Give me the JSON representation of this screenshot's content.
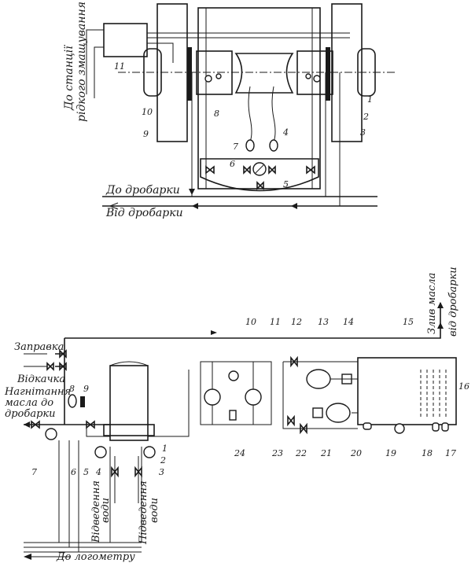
{
  "top_diagram": {
    "station_label_line1": "До станції",
    "station_label_line2": "рідкого змащування",
    "to_crusher": "До дробарки",
    "from_crusher": "Від дробарки",
    "numbers": [
      "1",
      "2",
      "3",
      "4",
      "5",
      "6",
      "7",
      "8",
      "9",
      "10",
      "11"
    ]
  },
  "bottom_diagram": {
    "refuel": "Заправка",
    "pump_out": "Відкачка",
    "pressure_line1": "Нагнітання",
    "pressure_line2": "масла до",
    "pressure_line3": "дробарки",
    "water_drain_line1": "Відведення",
    "water_drain_line2": "води",
    "water_supply_line1": "Підведення",
    "water_supply_line2": "води",
    "oil_drain_line1": "Злив масла",
    "oil_drain_line2": "від дробарки",
    "to_logometer": "До логометру",
    "numbers": [
      "1",
      "2",
      "3",
      "4",
      "5",
      "6",
      "7",
      "8",
      "9",
      "10",
      "11",
      "12",
      "13",
      "14",
      "15",
      "16",
      "17",
      "18",
      "19",
      "20",
      "21",
      "22",
      "23",
      "24"
    ]
  }
}
